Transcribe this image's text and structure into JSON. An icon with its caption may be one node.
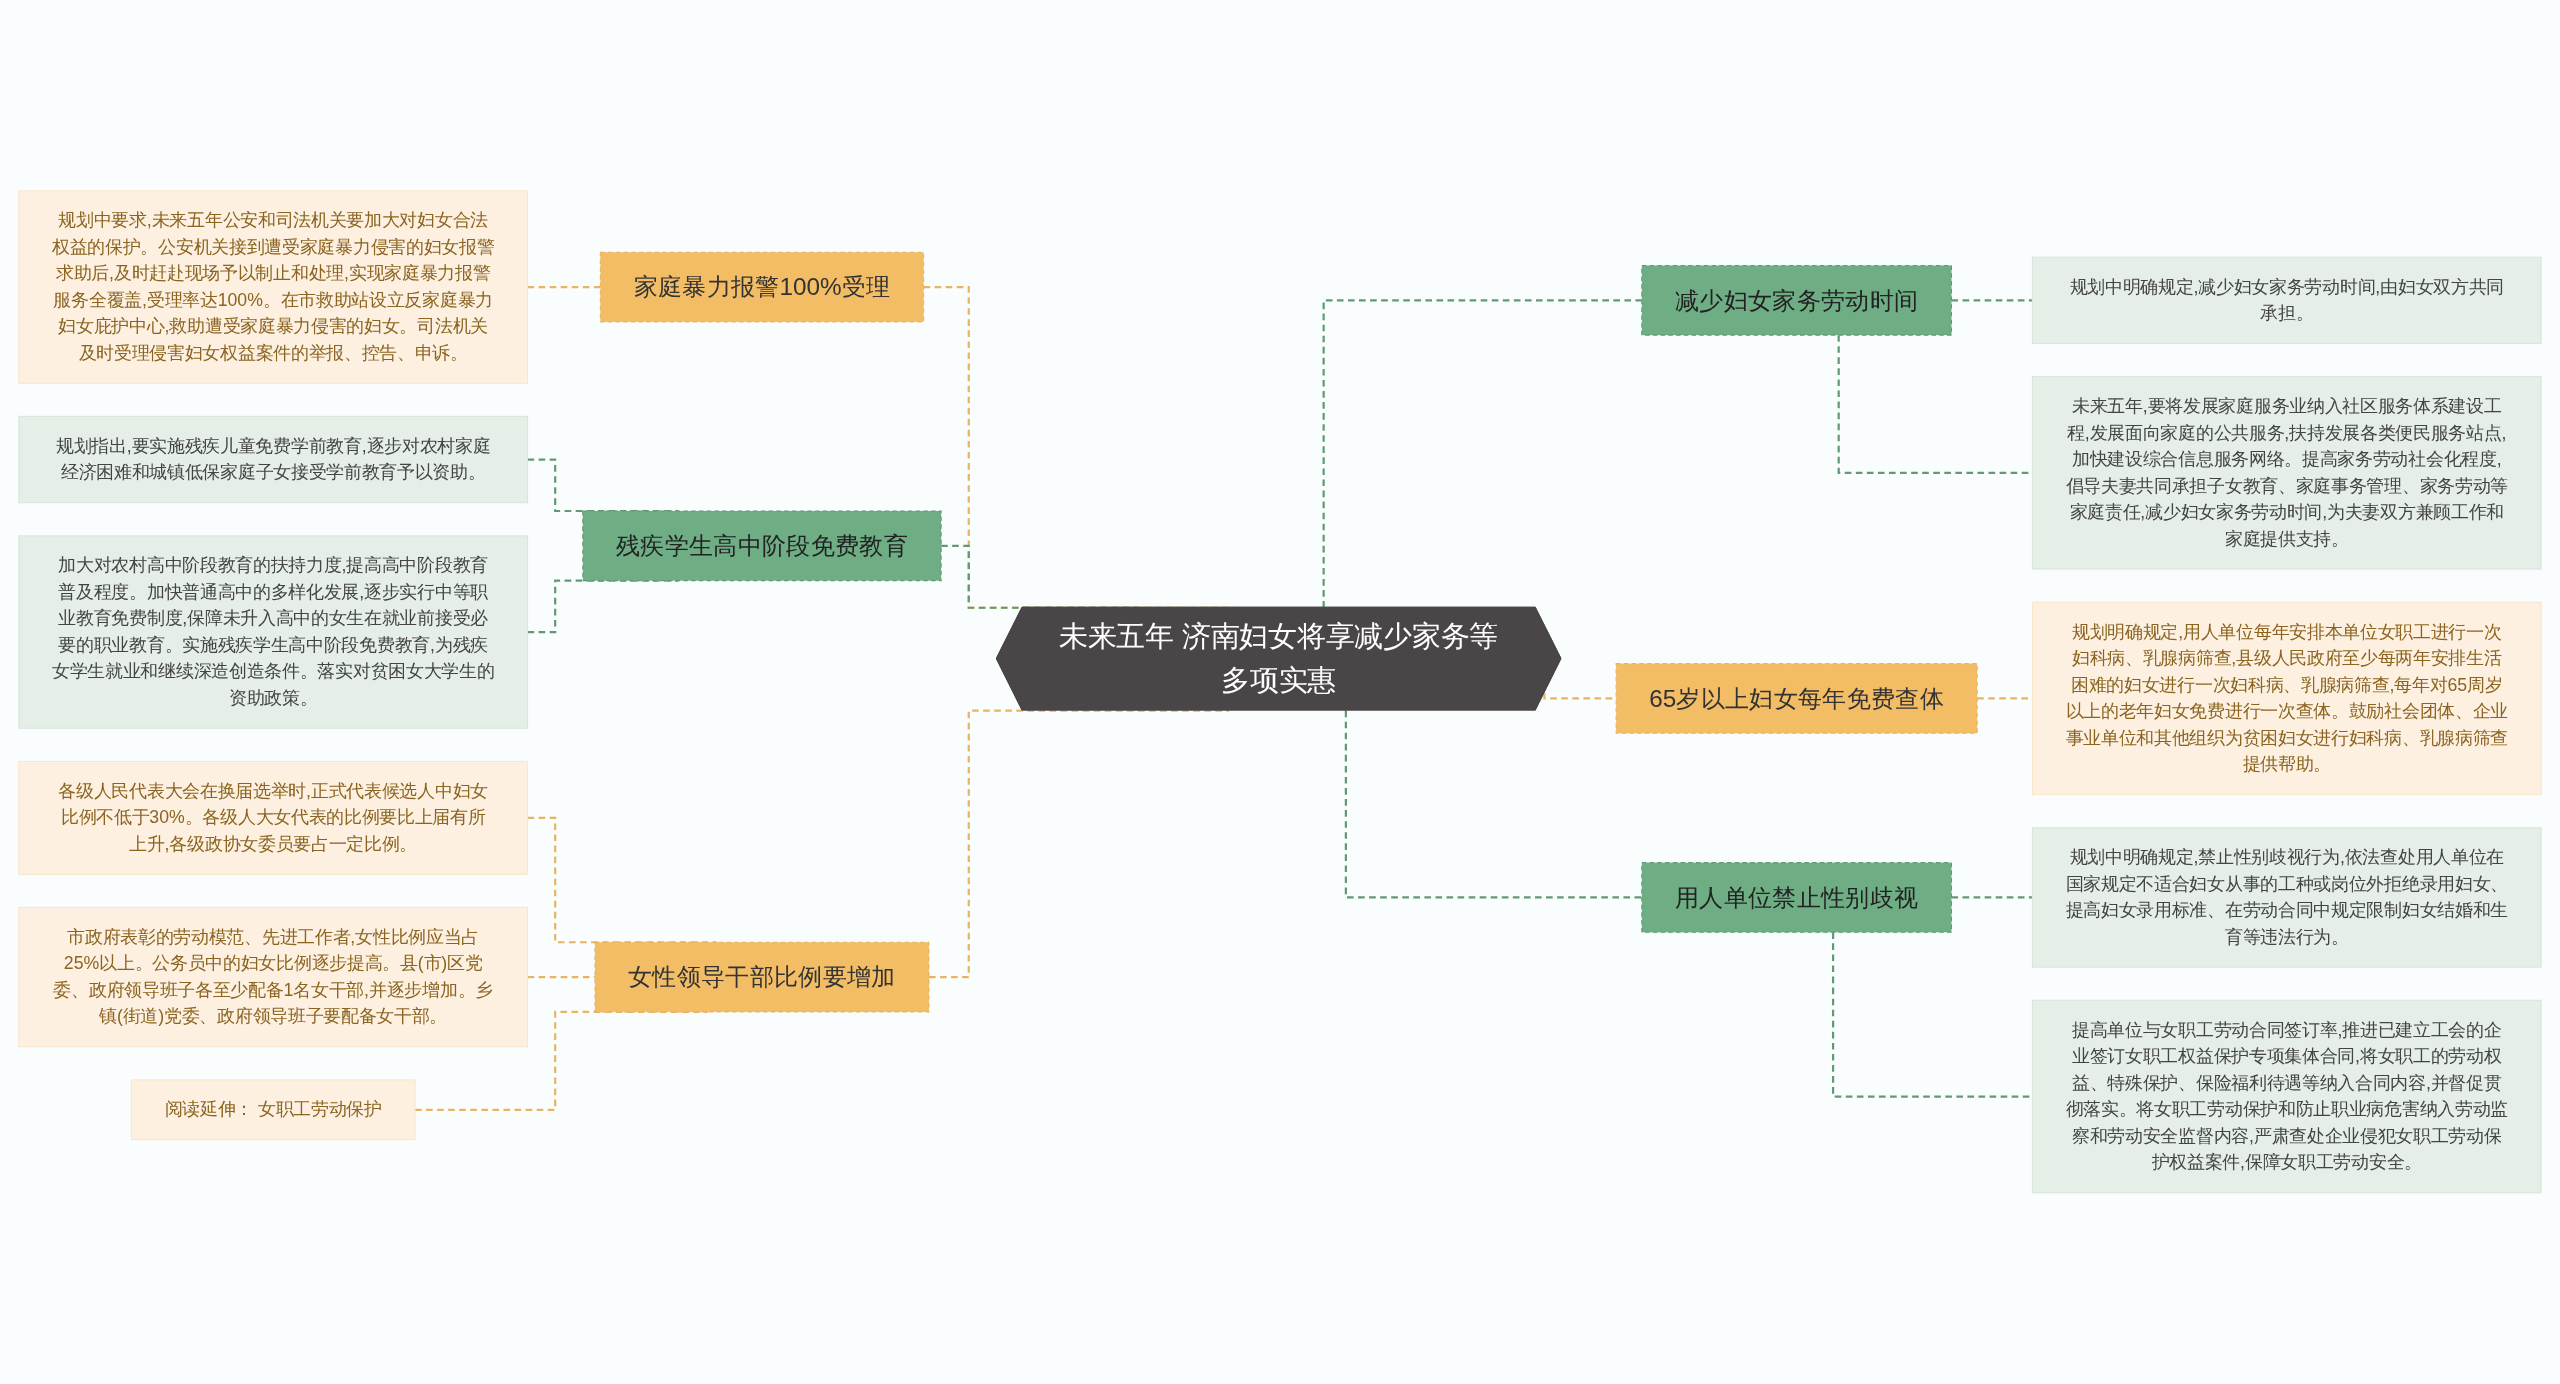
{
  "diagram": {
    "nodes": [
      {
        "text": [
          "未来五年 济南妇女将享减少家务等多项实惠"
        ]
      },
      {
        "text": [
          "家庭暴力报警100%受理"
        ]
      },
      {
        "text": [
          "规划中要求,未来五年公安和司法机关要加大对妇女合法权益的保护。公安机关接到遭受家庭暴力侵害的妇女报警求助后,及时赶赴现场予以制止和处理,实现家庭暴力报警服务全覆盖,受理率达100%。在市救助站设立反家庭暴力妇女庇护中心,救助遭受家庭暴力侵害的妇女。司法机关及时受理侵害妇女权益案件的举报、控告、申诉。"
        ]
      },
      {
        "text": [
          "残疾学生高中阶段免费教育"
        ]
      },
      {
        "text": [
          "规划指出,要实施残疾儿童免费学前教育,逐步对农村家庭经济困难和城镇低保家庭子女接受学前教育予以资助。"
        ]
      },
      {
        "text": [
          "加大对农村高中阶段教育的扶持力度,提高高中阶段教育普及程度。加快普通高中的多样化发展,逐步实行中等职业教育免费制度,保障未升入高中的女生在就业前接受必要的职业教育。实施残疾学生高中阶段免费教育,为残疾女学生就业和继续深造创造条件。落实对贫困女大学生的资助政策。"
        ]
      },
      {
        "text": [
          "女性领导干部比例要增加"
        ]
      },
      {
        "text": [
          "各级人民代表大会在换届选举时,正式代表候选人中妇女比例不低于30%。各级人大女代表的比例要比上届有所上升,各级政协女委员要占一定比例。"
        ]
      },
      {
        "text": [
          "市政府表彰的劳动模范、先进工作者,女性比例应当占25%以上。公务员中的妇女比例逐步提高。县(市)区党委、政府领导班子各至少配备1名女干部,并逐步增加。乡镇(街道)党委、政府领导班子要配备女干部。"
        ]
      },
      {
        "text": [
          "阅读延伸： 女职工劳动保护"
        ]
      },
      {
        "text": [
          "减少妇女家务劳动时间"
        ]
      },
      {
        "text": [
          "规划中明确规定,减少妇女家务劳动时间,由妇女双方共同承担。"
        ]
      },
      {
        "text": [
          "未来五年,要将发展家庭服务业纳入社区服务体系建设工程,发展面向家庭的公共服务,扶持发展各类便民服务站点,加快建设综合信息服务网络。提高家务劳动社会化程度,倡导夫妻共同承担子女教育、家庭事务管理、家务劳动等家庭责任,减少妇女家务劳动时间,为夫妻双方兼顾工作和家庭提供支持。"
        ]
      },
      {
        "text": [
          "65岁以上妇女每年免费查体"
        ]
      },
      {
        "text": [
          "规划明确规定,用人单位每年安排本单位女职工进行一次妇科病、乳腺病筛查,县级人民政府至少每两年安排生活困难的妇女进行一次妇科病、乳腺病筛查,每年对65周岁以上的老年妇女免费进行一次查体。鼓励社会团体、企业事业单位和其他组织为贫困妇女进行妇科病、乳腺病筛查提供帮助。"
        ]
      },
      {
        "text": [
          "用人单位禁止性别歧视"
        ]
      },
      {
        "text": [
          "规划中明确规定,禁止性别歧视行为,依法查处用人单位在国家规定不适合妇女从事的工种或岗位外拒绝录用妇女、提高妇女录用标准、在劳动合同中规定限制妇女结婚和生育等违法行为。"
        ]
      },
      {
        "text": [
          "提高单位与女职工劳动合同签订率,推进已建立工会的企业签订女职工权益保护专项集体合同,将女职工的劳动权益、特殊保护、保险福利待遇等纳入合同内容,并督促贯彻落实。将女职工劳动保护和防止职业病危害纳入劳动监察和劳动安全监督内容,严肃查处企业侵犯女职工劳动保护权益案件,保障女职工劳动安全。"
        ]
      }
    ],
    "edges": [
      {
        "from": 2,
        "to": 1,
        "arrow": "none",
        "style": "dashed",
        "color": "#e8b463"
      },
      {
        "from": 1,
        "to": 0,
        "arrow": "none",
        "style": "dashed",
        "color": "#e8b463"
      },
      {
        "from": 4,
        "to": 3,
        "arrow": "none",
        "style": "dashed",
        "color": "#5f9a72"
      },
      {
        "from": 5,
        "to": 3,
        "arrow": "none",
        "style": "dashed",
        "color": "#5f9a72"
      },
      {
        "from": 3,
        "to": 0,
        "arrow": "none",
        "style": "dashed",
        "color": "#5f9a72"
      },
      {
        "from": 7,
        "to": 6,
        "arrow": "none",
        "style": "dashed",
        "color": "#e8b463"
      },
      {
        "from": 8,
        "to": 6,
        "arrow": "none",
        "style": "dashed",
        "color": "#e8b463"
      },
      {
        "from": 9,
        "to": 6,
        "arrow": "none",
        "style": "dashed",
        "color": "#e8b463"
      },
      {
        "from": 6,
        "to": 0,
        "arrow": "none",
        "style": "dashed",
        "color": "#e8b463"
      },
      {
        "from": 0,
        "to": 10,
        "arrow": "none",
        "style": "dashed",
        "color": "#5f9a72"
      },
      {
        "from": 10,
        "to": 11,
        "arrow": "none",
        "style": "dashed",
        "color": "#5f9a72"
      },
      {
        "from": 10,
        "to": 12,
        "arrow": "none",
        "style": "dashed",
        "color": "#5f9a72"
      },
      {
        "from": 0,
        "to": 13,
        "arrow": "none",
        "style": "dashed",
        "color": "#e8b463"
      },
      {
        "from": 13,
        "to": 14,
        "arrow": "none",
        "style": "dashed",
        "color": "#e8b463"
      },
      {
        "from": 0,
        "to": 15,
        "arrow": "none",
        "style": "dashed",
        "color": "#5f9a72"
      },
      {
        "from": 15,
        "to": 16,
        "arrow": "none",
        "style": "dashed",
        "color": "#5f9a72"
      },
      {
        "from": 15,
        "to": 17,
        "arrow": "none",
        "style": "dashed",
        "color": "#5f9a72"
      }
    ]
  }
}
